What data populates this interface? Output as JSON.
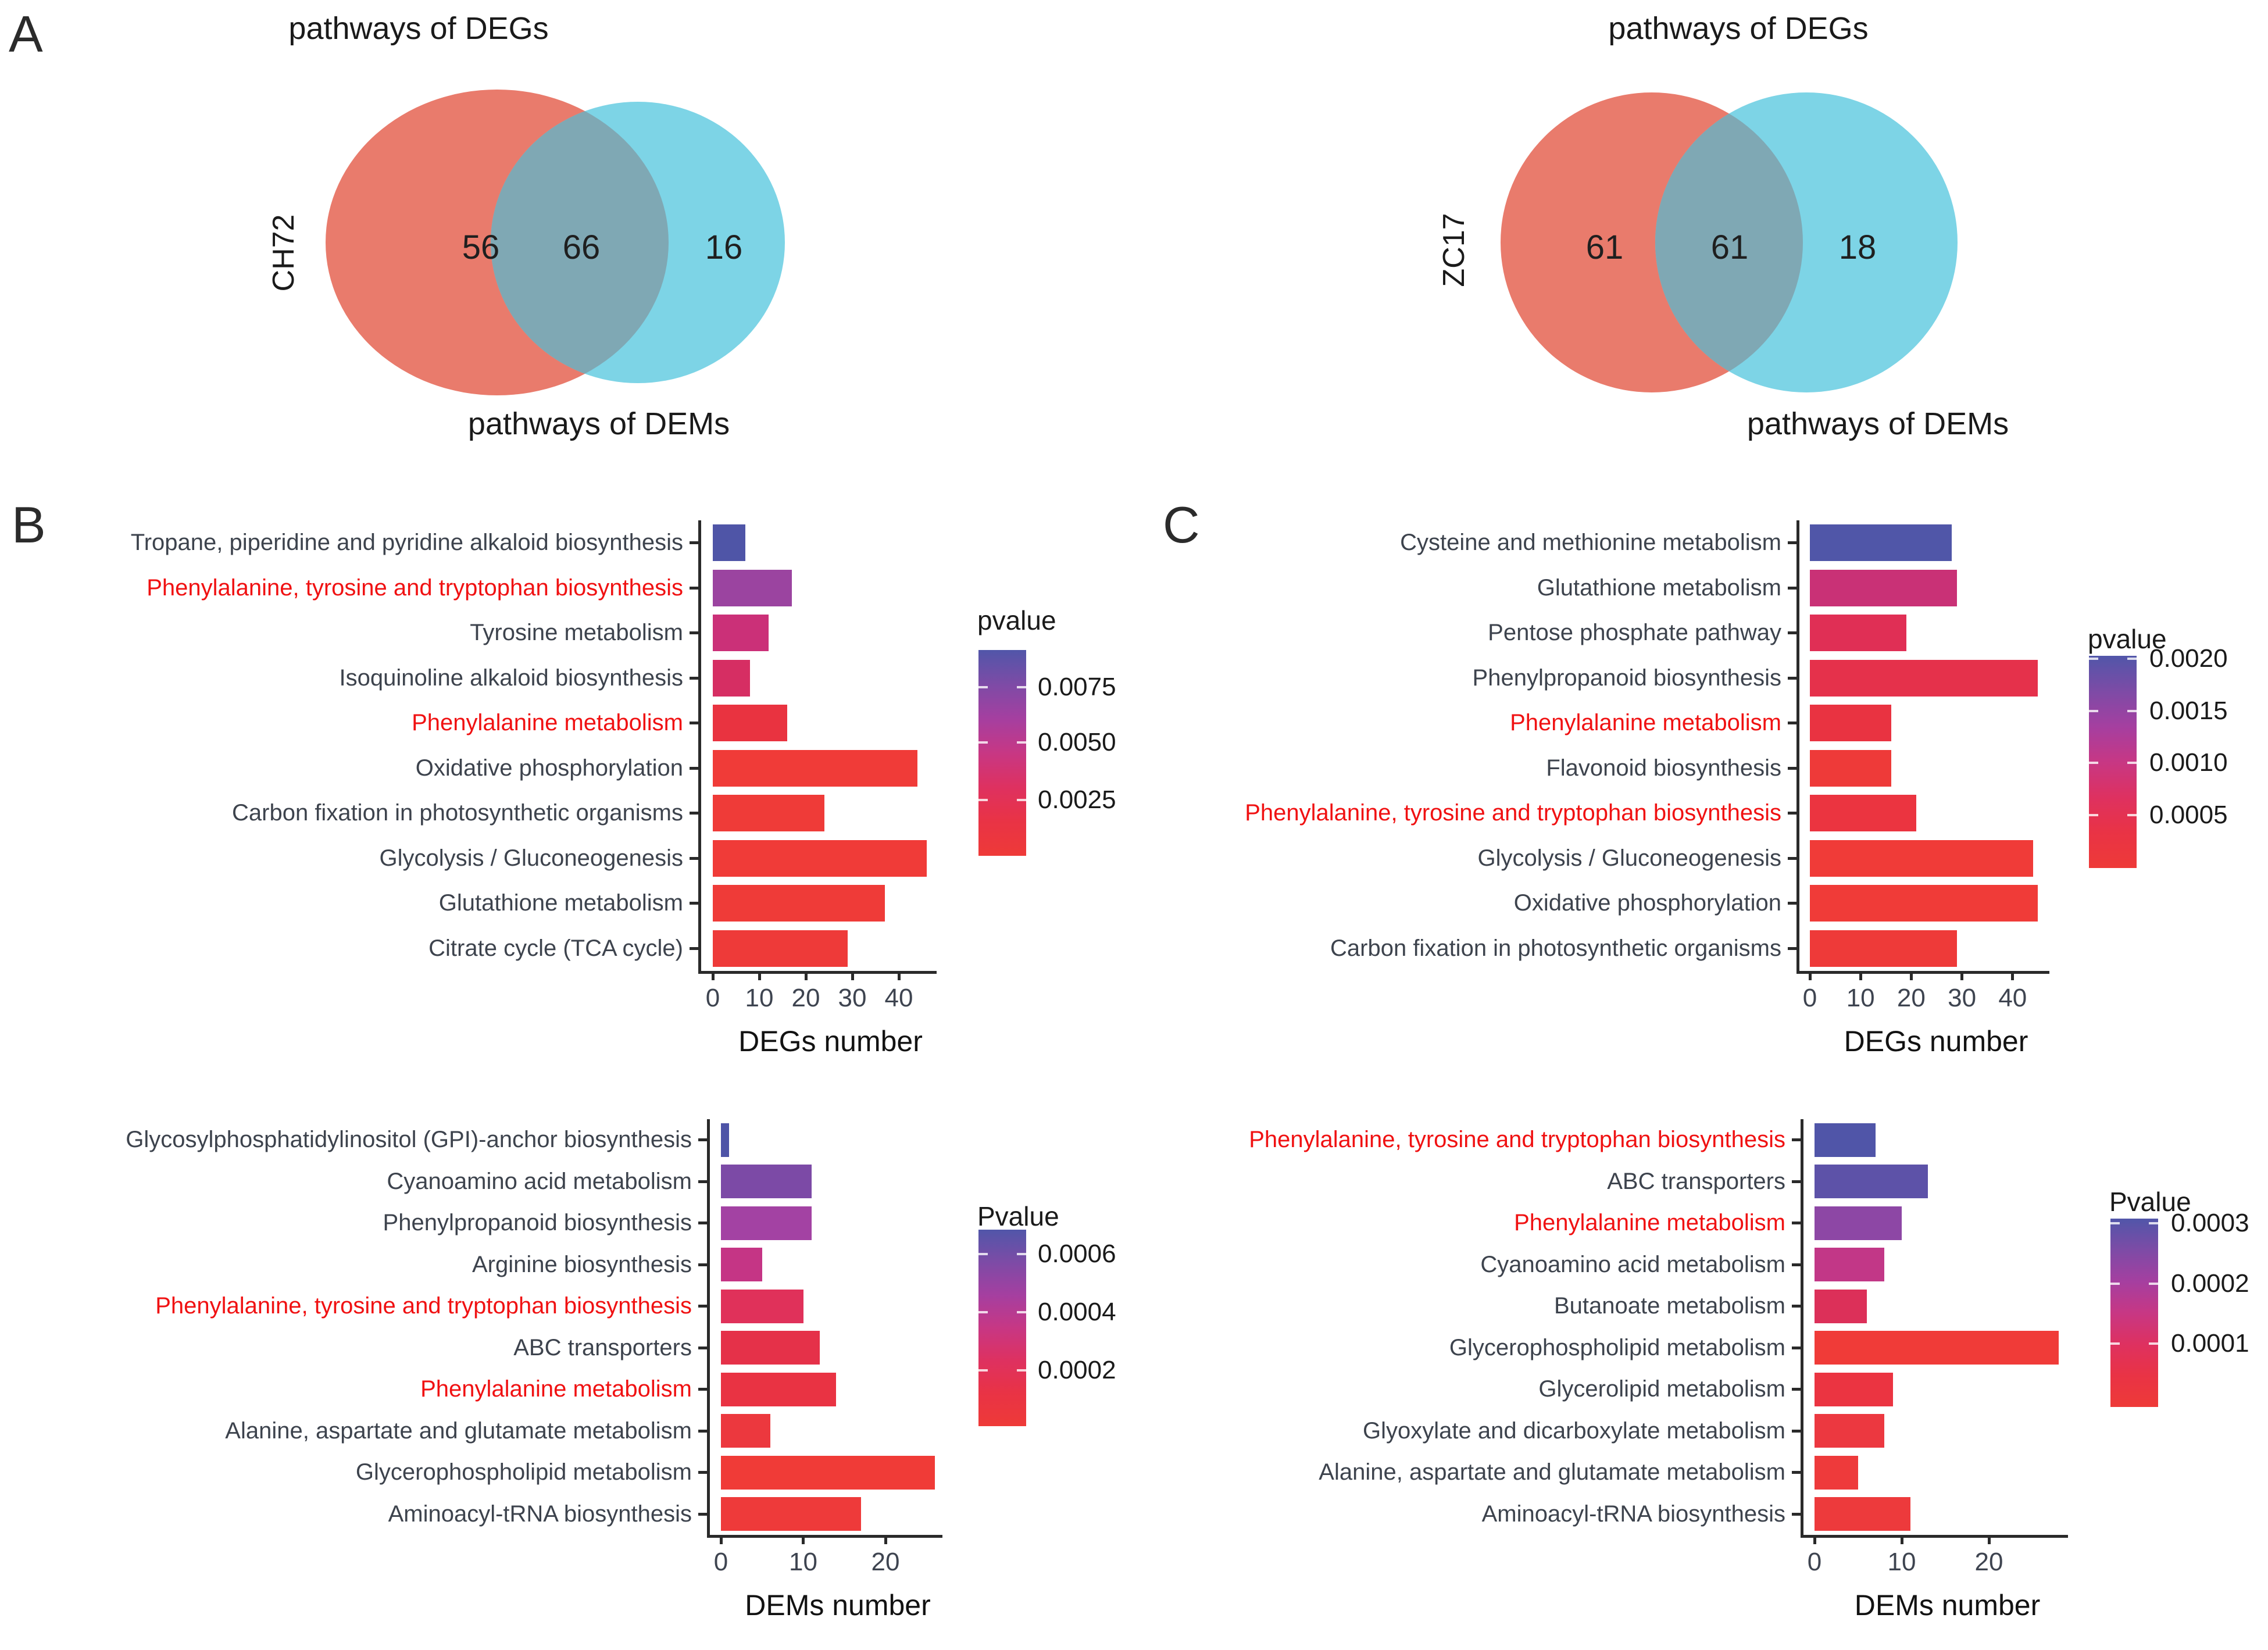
{
  "figure": {
    "panel_a": "A",
    "panel_b": "B",
    "panel_c": "C"
  },
  "colors": {
    "venn_degs": "#e97b6c",
    "venn_dems": "#7dd4e6",
    "venn_overlap": "#7fa8b4",
    "label_red": "#f01112",
    "label_gray": "#3d434d",
    "axis": "#2a2a2a",
    "tick_label": "#3e4450",
    "legend_gradient": [
      "#5156a9",
      "#7d4ba6",
      "#a53fa0",
      "#c73784",
      "#de3160",
      "#e93345",
      "#ee3a38"
    ]
  },
  "venn_diagrams": [
    {
      "group": "CH72",
      "top_label": "pathways of DEGs",
      "bottom_label": "pathways of DEMs",
      "degs_only": 56,
      "overlap": 66,
      "dems_only": 16
    },
    {
      "group": "ZC17",
      "top_label": "pathways of DEGs",
      "bottom_label": "pathways of DEMs",
      "degs_only": 61,
      "overlap": 61,
      "dems_only": 18
    }
  ],
  "chart_data": [
    {
      "id": "b_top",
      "type": "bar",
      "orientation": "horizontal",
      "panel": "B",
      "xlabel": "DEGs number",
      "xticks": [
        0,
        10,
        20,
        30,
        40
      ],
      "xlim": [
        0,
        48
      ],
      "grid": false,
      "legend": {
        "title": "pvalue",
        "position": "right",
        "tick_labels": [
          "0.0075",
          "0.0050",
          "0.0025"
        ]
      },
      "categories": [
        {
          "label": "Tropane, piperidine and pyridine alkaloid biosynthesis",
          "red": false
        },
        {
          "label": "Phenylalanine, tyrosine and tryptophan biosynthesis",
          "red": true
        },
        {
          "label": "Tyrosine metabolism",
          "red": false
        },
        {
          "label": "Isoquinoline alkaloid biosynthesis",
          "red": false
        },
        {
          "label": "Phenylalanine metabolism",
          "red": true
        },
        {
          "label": "Oxidative phosphorylation",
          "red": false
        },
        {
          "label": "Carbon fixation in photosynthetic organisms",
          "red": false
        },
        {
          "label": "Glycolysis / Gluconeogenesis",
          "red": false
        },
        {
          "label": "Glutathione metabolism",
          "red": false
        },
        {
          "label": "Citrate cycle (TCA cycle)",
          "red": false
        }
      ],
      "values": [
        7,
        17,
        12,
        8,
        16,
        44,
        24,
        46,
        37,
        29
      ],
      "bar_colors": [
        "#4f55a7",
        "#9b44a0",
        "#cb3078",
        "#d62e63",
        "#e93340",
        "#f03b38",
        "#ef3b38",
        "#f03b38",
        "#ef3b38",
        "#ee3a39"
      ]
    },
    {
      "id": "b_bottom",
      "type": "bar",
      "orientation": "horizontal",
      "panel": "B",
      "xlabel": "DEMs number",
      "xticks": [
        0,
        10,
        20
      ],
      "xlim": [
        0,
        27
      ],
      "grid": false,
      "legend": {
        "title": "Pvalue",
        "position": "right",
        "tick_labels": [
          "0.0006",
          "0.0004",
          "0.0002"
        ]
      },
      "categories": [
        {
          "label": "Glycosylphosphatidylinositol (GPI)-anchor biosynthesis",
          "red": false
        },
        {
          "label": "Cyanoamino acid metabolism",
          "red": false
        },
        {
          "label": "Phenylpropanoid biosynthesis",
          "red": false
        },
        {
          "label": "Arginine biosynthesis",
          "red": false
        },
        {
          "label": "Phenylalanine, tyrosine and tryptophan biosynthesis",
          "red": true
        },
        {
          "label": "ABC transporters",
          "red": false
        },
        {
          "label": "Phenylalanine metabolism",
          "red": true
        },
        {
          "label": "Alanine, aspartate and glutamate metabolism",
          "red": false
        },
        {
          "label": "Glycerophospholipid metabolism",
          "red": false
        },
        {
          "label": "Aminoacyl-tRNA biosynthesis",
          "red": false
        }
      ],
      "values": [
        1,
        11,
        11,
        5,
        10,
        12,
        14,
        6,
        26,
        17
      ],
      "bar_colors": [
        "#4e54a7",
        "#7c4aa6",
        "#a342a3",
        "#c53585",
        "#e0315a",
        "#e53149",
        "#e93343",
        "#ec383e",
        "#f03b37",
        "#ee3a3a"
      ]
    },
    {
      "id": "c_top",
      "type": "bar",
      "orientation": "horizontal",
      "panel": "C",
      "xlabel": "DEGs number",
      "xticks": [
        0,
        10,
        20,
        30,
        40
      ],
      "xlim": [
        0,
        47
      ],
      "grid": false,
      "legend": {
        "title": "pvalue",
        "position": "right",
        "tick_labels": [
          "0.0020",
          "0.0015",
          "0.0010",
          "0.0005"
        ]
      },
      "categories": [
        {
          "label": "Cysteine and methionine metabolism",
          "red": false
        },
        {
          "label": "Glutathione metabolism",
          "red": false
        },
        {
          "label": "Pentose phosphate pathway",
          "red": false
        },
        {
          "label": "Phenylpropanoid biosynthesis",
          "red": false
        },
        {
          "label": "Phenylalanine metabolism",
          "red": true
        },
        {
          "label": "Flavonoid biosynthesis",
          "red": false
        },
        {
          "label": "Phenylalanine, tyrosine and tryptophan biosynthesis",
          "red": true
        },
        {
          "label": "Glycolysis / Gluconeogenesis",
          "red": false
        },
        {
          "label": "Oxidative phosphorylation",
          "red": false
        },
        {
          "label": "Carbon fixation in photosynthetic organisms",
          "red": false
        }
      ],
      "values": [
        28,
        29,
        19,
        45,
        16,
        16,
        21,
        44,
        45,
        29
      ],
      "bar_colors": [
        "#5056a8",
        "#c93176",
        "#e02f55",
        "#e5314b",
        "#e93341",
        "#ee3a39",
        "#eb3440",
        "#f03b38",
        "#f03b38",
        "#ee3a39"
      ]
    },
    {
      "id": "c_bottom",
      "type": "bar",
      "orientation": "horizontal",
      "panel": "C",
      "xlabel": "DEMs number",
      "xticks": [
        0,
        10,
        20
      ],
      "xlim": [
        0,
        29
      ],
      "grid": false,
      "legend": {
        "title": "Pvalue",
        "position": "right",
        "tick_labels": [
          "0.0003",
          "0.0002",
          "0.0001"
        ]
      },
      "categories": [
        {
          "label": "Phenylalanine, tyrosine and tryptophan biosynthesis",
          "red": true
        },
        {
          "label": "ABC transporters",
          "red": false
        },
        {
          "label": "Phenylalanine metabolism",
          "red": true
        },
        {
          "label": "Cyanoamino acid metabolism",
          "red": false
        },
        {
          "label": "Butanoate metabolism",
          "red": false
        },
        {
          "label": "Glycerophospholipid metabolism",
          "red": false
        },
        {
          "label": "Glycerolipid metabolism",
          "red": false
        },
        {
          "label": "Glyoxylate and dicarboxylate metabolism",
          "red": false
        },
        {
          "label": "Alanine, aspartate and glutamate metabolism",
          "red": false
        },
        {
          "label": "Aminoacyl-tRNA biosynthesis",
          "red": false
        }
      ],
      "values": [
        7,
        13,
        10,
        8,
        6,
        28,
        9,
        8,
        5,
        11
      ],
      "bar_colors": [
        "#5055a8",
        "#5d52a8",
        "#8d47a5",
        "#c23787",
        "#dc3059",
        "#f03b38",
        "#eb3441",
        "#ec3840",
        "#ee3a3b",
        "#ed3a3c"
      ]
    }
  ]
}
